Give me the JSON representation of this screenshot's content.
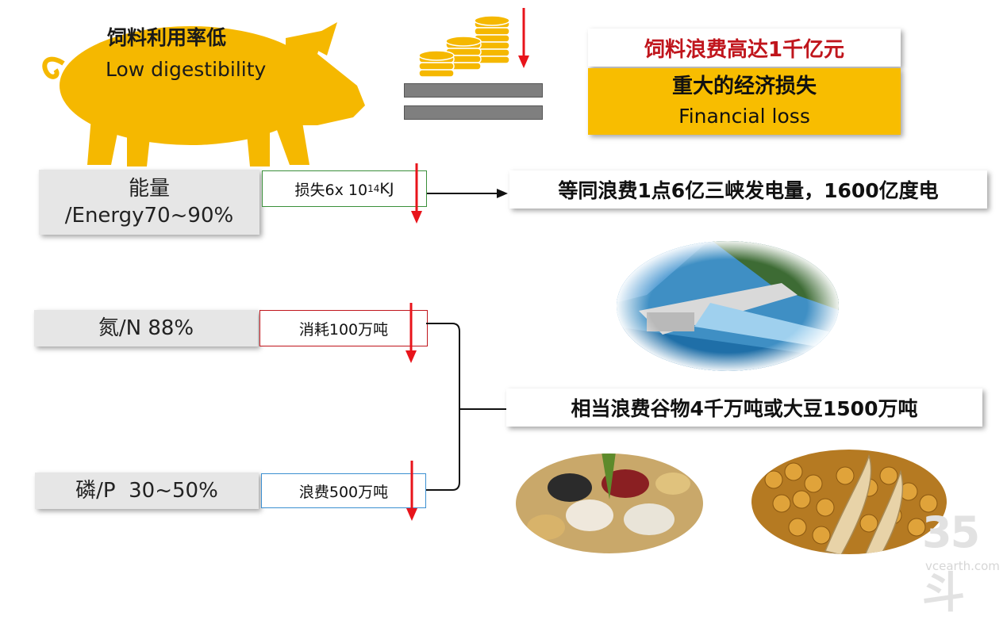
{
  "pig": {
    "title_zh": "饲料利用率低",
    "title_en": "Low digestibility"
  },
  "financial": {
    "waste_text": "饲料浪费高达1千亿元",
    "loss_zh": "重大的经济损失",
    "loss_en": "Financial loss"
  },
  "energy": {
    "label_zh": "能量",
    "label_en": "/Energy70~90%",
    "loss_prefix": "损失6x 10",
    "loss_exponent": "14",
    "loss_unit": "KJ",
    "result": "等同浪费1点6亿三峡发电量，1600亿度电"
  },
  "nitrogen": {
    "label": "氮/N 88%",
    "consumption": "消耗100万吨"
  },
  "phosphorus": {
    "label": "磷/P  30~50%",
    "waste": "浪费500万吨"
  },
  "grain": {
    "result": "相当浪费谷物4千万吨或大豆1500万吨"
  },
  "watermark": {
    "brand": "35斗",
    "site": "vcearth.com"
  },
  "colors": {
    "pig": "#f5b800",
    "gold_box": "#f8bd00",
    "red": "#e8141b",
    "dark_red": "#c0151c",
    "bar": "#7f7f7f"
  }
}
